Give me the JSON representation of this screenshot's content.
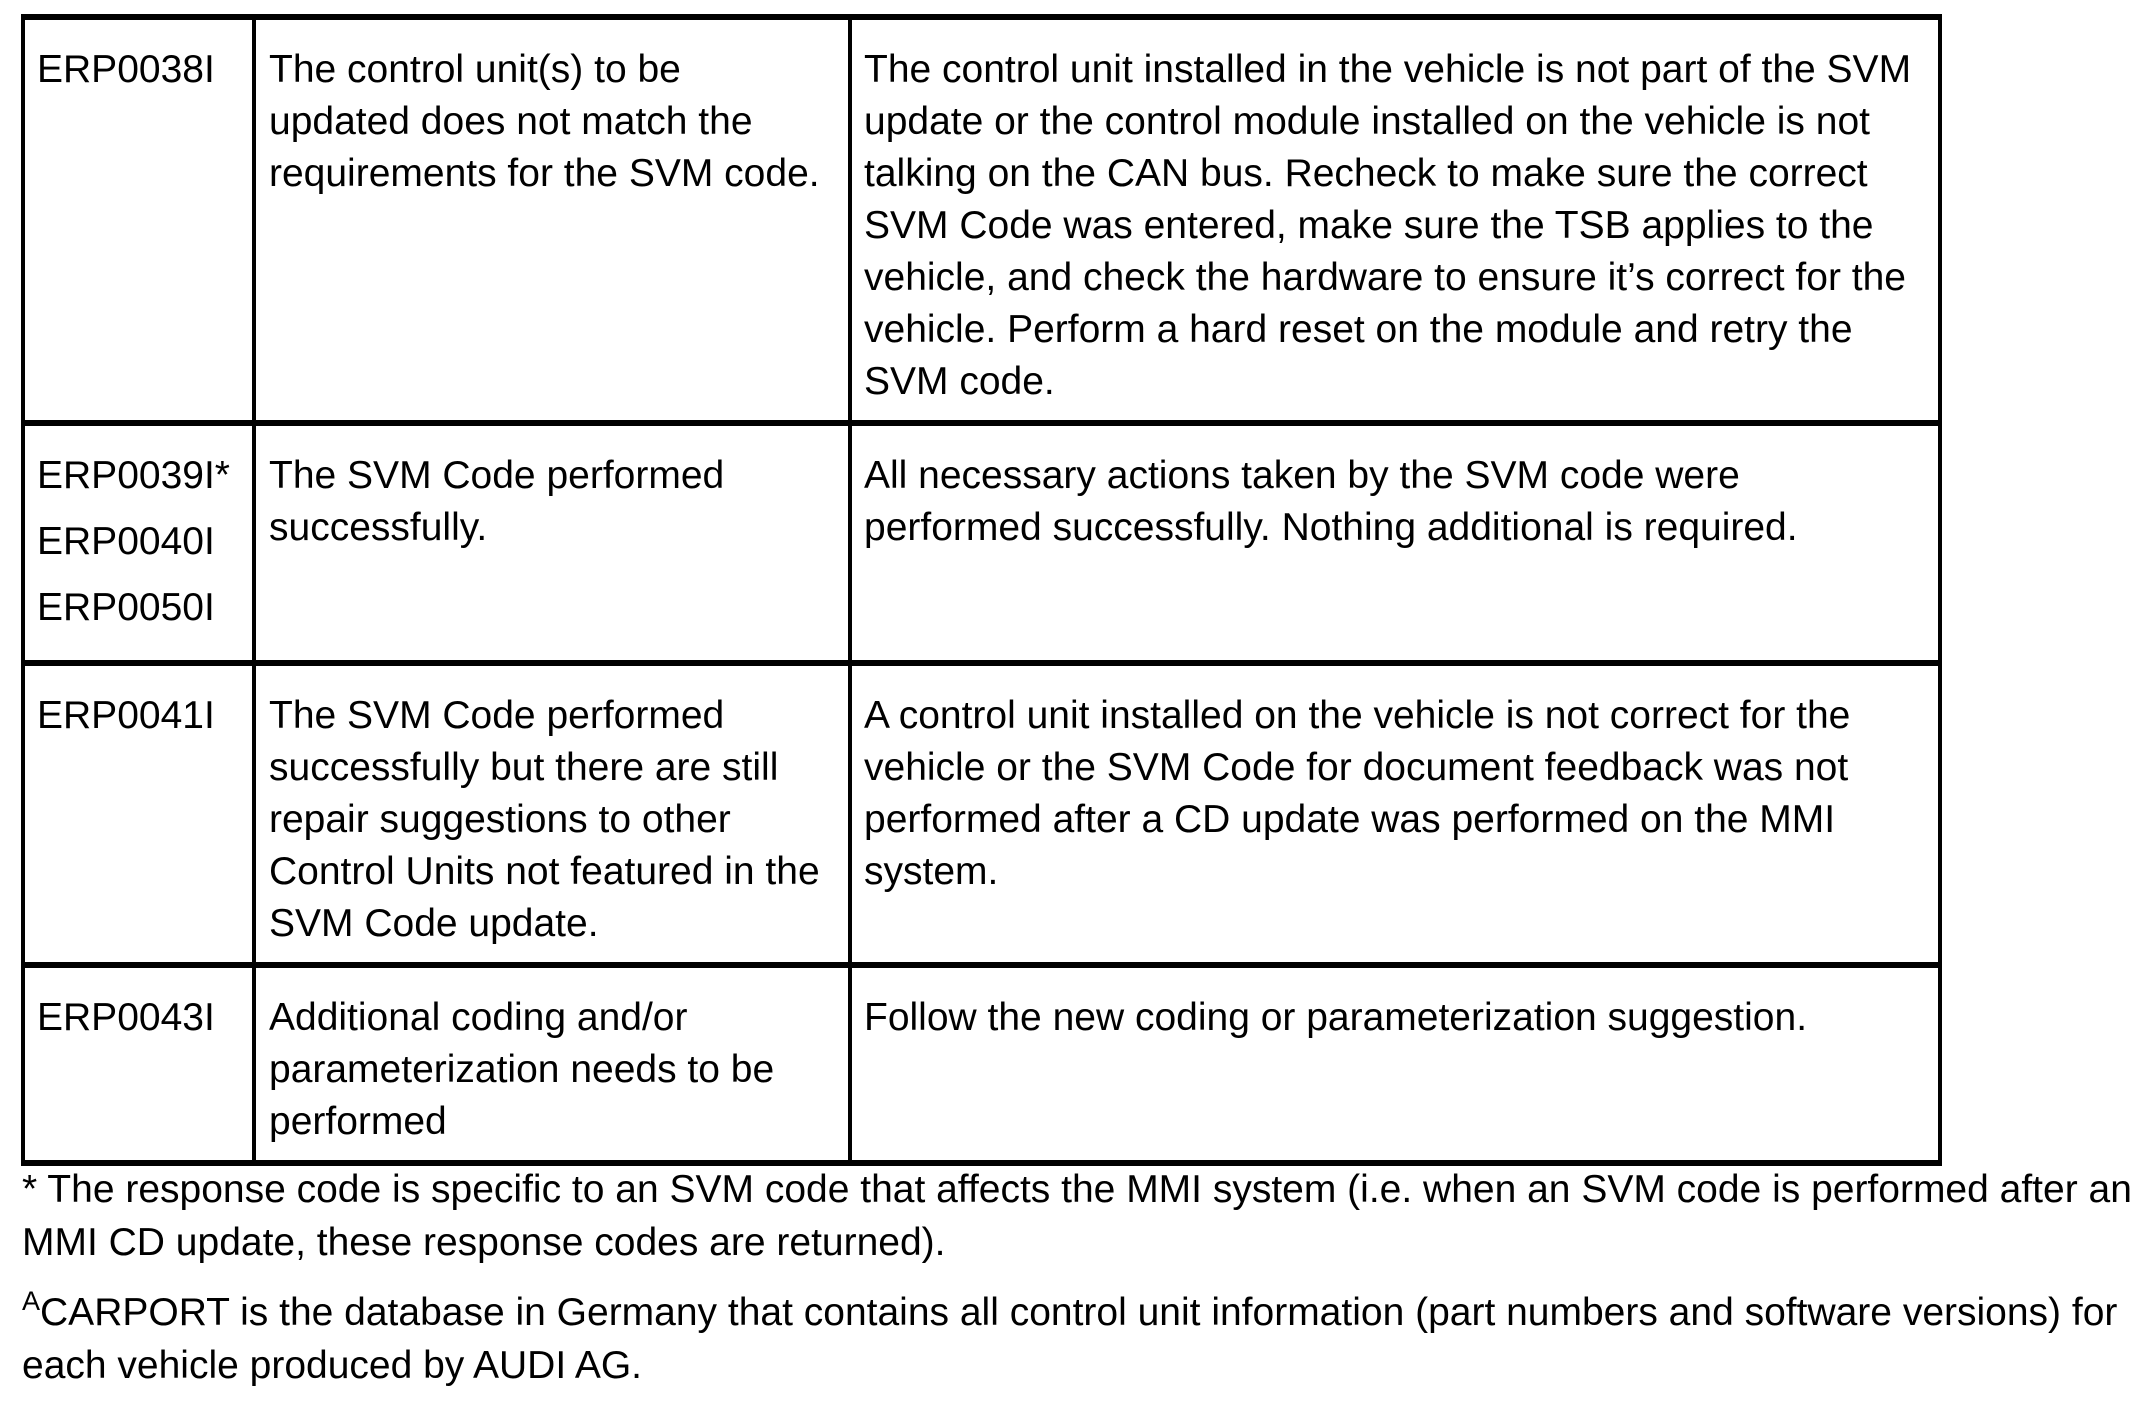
{
  "table": {
    "rows": [
      {
        "codes": [
          "ERP0038I"
        ],
        "meaning": "The control unit(s) to be updated does not match the requirements for the SVM code.",
        "description": "The control unit installed in the vehicle is not part of the SVM update or the control module installed on the vehicle is not talking on the CAN bus. Recheck to make sure the correct SVM Code was entered, make sure the TSB applies to the vehicle, and check the hardware to ensure it’s correct for the vehicle. Perform a hard reset on the module and retry the SVM code."
      },
      {
        "codes": [
          "ERP0039I*",
          "ERP0040I",
          "ERP0050I"
        ],
        "meaning": "The SVM Code performed successfully.",
        "description": "All necessary actions taken by the SVM code were performed successfully. Nothing additional is required."
      },
      {
        "codes": [
          "ERP0041I"
        ],
        "meaning": "The SVM Code performed successfully but there are still repair suggestions to other Control Units not featured in the SVM Code update.",
        "description": "A control unit installed on the vehicle is not correct for the vehicle or the SVM Code for document feedback was not performed after a CD update was performed on the MMI system."
      },
      {
        "codes": [
          "ERP0043I"
        ],
        "meaning": "Additional coding and/or parameterization needs to be performed",
        "description": "Follow the new coding or parameterization suggestion."
      }
    ]
  },
  "footnotes": {
    "asterisk_note": "* The response code is specific to an SVM code that affects the MMI system (i.e. when an SVM code is performed after an MMI CD update, these response codes are returned).",
    "carport_superscript": "A",
    "carport_note": "CARPORT is the database in Germany that contains all control unit information (part numbers and software versions) for each vehicle produced by AUDI AG."
  }
}
